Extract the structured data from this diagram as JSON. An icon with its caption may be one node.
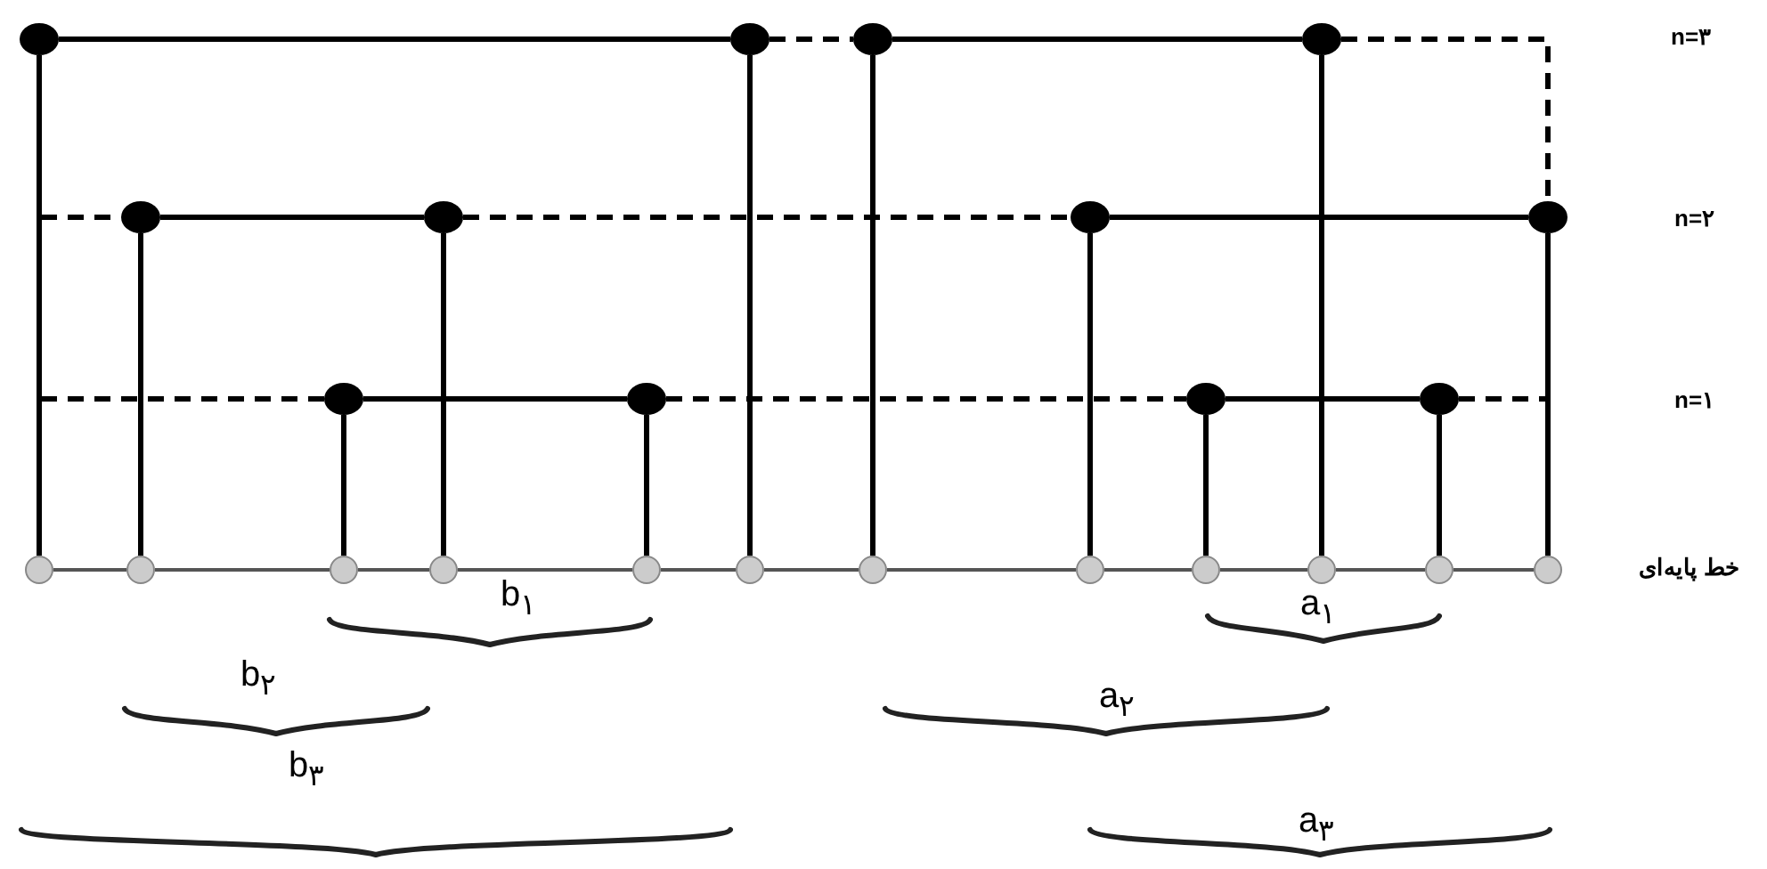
{
  "diagram": {
    "nodes": [
      {
        "text": [],
        "shape": "dot"
      },
      {
        "text": [],
        "shape": "dot"
      },
      {
        "text": [],
        "shape": "dot"
      },
      {
        "text": [],
        "shape": "dot"
      },
      {
        "text": [],
        "shape": "dot"
      },
      {
        "text": [],
        "shape": "dot"
      },
      {
        "text": [],
        "shape": "dot"
      },
      {
        "text": [],
        "shape": "dot"
      },
      {
        "text": [],
        "shape": "dot"
      },
      {
        "text": [],
        "shape": "dot"
      },
      {
        "text": [],
        "shape": "dot"
      },
      {
        "text": [],
        "shape": "dot"
      },
      {
        "text": [],
        "shape": "circle"
      },
      {
        "text": [],
        "shape": "circle"
      },
      {
        "text": [],
        "shape": "circle"
      },
      {
        "text": [],
        "shape": "circle"
      },
      {
        "text": [],
        "shape": "circle"
      },
      {
        "text": [],
        "shape": "circle"
      },
      {
        "text": [],
        "shape": "circle"
      },
      {
        "text": [],
        "shape": "circle"
      },
      {
        "text": [],
        "shape": "circle"
      },
      {
        "text": [],
        "shape": "circle"
      },
      {
        "text": [],
        "shape": "circle"
      },
      {
        "text": [],
        "shape": "circle"
      }
    ],
    "edges": [
      {
        "from": 12,
        "to": 0,
        "arrow": "none"
      },
      {
        "from": 13,
        "to": 4,
        "arrow": "none"
      },
      {
        "from": 14,
        "to": 8,
        "arrow": "none"
      },
      {
        "from": 15,
        "to": 5,
        "arrow": "none"
      },
      {
        "from": 16,
        "to": 9,
        "arrow": "none"
      },
      {
        "from": 17,
        "to": 1,
        "arrow": "none"
      },
      {
        "from": 18,
        "to": 2,
        "arrow": "none"
      },
      {
        "from": 19,
        "to": 6,
        "arrow": "none"
      },
      {
        "from": 20,
        "to": 10,
        "arrow": "none"
      },
      {
        "from": 21,
        "to": 3,
        "arrow": "none"
      },
      {
        "from": 22,
        "to": 11,
        "arrow": "none"
      },
      {
        "from": 23,
        "to": 7,
        "arrow": "none"
      },
      {
        "from": 0,
        "to": 1,
        "arrow": "none"
      },
      {
        "from": 2,
        "to": 3,
        "arrow": "none"
      },
      {
        "from": 4,
        "to": 5,
        "arrow": "none"
      },
      {
        "from": 6,
        "to": 7,
        "arrow": "none"
      },
      {
        "from": 8,
        "to": 9,
        "arrow": "none"
      },
      {
        "from": 10,
        "to": 11,
        "arrow": "none"
      },
      {
        "from": 1,
        "to": 2,
        "arrow": "none",
        "style": "dashed"
      },
      {
        "from": 3,
        "to": 7,
        "arrow": "none",
        "style": "dashed"
      },
      {
        "from": 12,
        "to": 13,
        "arrow": "none",
        "color": "#555555"
      },
      {
        "from": 13,
        "to": 14,
        "arrow": "none",
        "color": "#555555"
      },
      {
        "from": 14,
        "to": 15,
        "arrow": "none",
        "color": "#555555"
      },
      {
        "from": 15,
        "to": 16,
        "arrow": "none",
        "color": "#555555"
      },
      {
        "from": 16,
        "to": 17,
        "arrow": "none",
        "color": "#555555"
      },
      {
        "from": 17,
        "to": 18,
        "arrow": "none",
        "color": "#555555"
      },
      {
        "from": 18,
        "to": 19,
        "arrow": "none",
        "color": "#555555"
      },
      {
        "from": 19,
        "to": 20,
        "arrow": "none",
        "color": "#555555"
      },
      {
        "from": 20,
        "to": 21,
        "arrow": "none",
        "color": "#555555"
      },
      {
        "from": 21,
        "to": 22,
        "arrow": "none",
        "color": "#555555"
      },
      {
        "from": 22,
        "to": 23,
        "arrow": "none",
        "color": "#555555"
      },
      {
        "from": null,
        "to": 4,
        "arrow": "none",
        "style": "dashed"
      },
      {
        "from": 5,
        "to": 6,
        "arrow": "none",
        "style": "dashed"
      },
      {
        "from": null,
        "to": 8,
        "arrow": "none",
        "style": "dashed"
      },
      {
        "from": 9,
        "to": 10,
        "arrow": "none",
        "style": "dashed"
      },
      {
        "from": 11,
        "to": null,
        "arrow": "none",
        "style": "dashed"
      }
    ],
    "labels": [
      "n=۳",
      "n=۲",
      "n=۱",
      "خط پایه‌ای",
      "b$_{۱}$",
      "a$_{۱}$",
      "b$_{۲}$",
      "a$_{۲}$",
      "b$_{۳}$",
      "a$_{۳}$"
    ]
  }
}
